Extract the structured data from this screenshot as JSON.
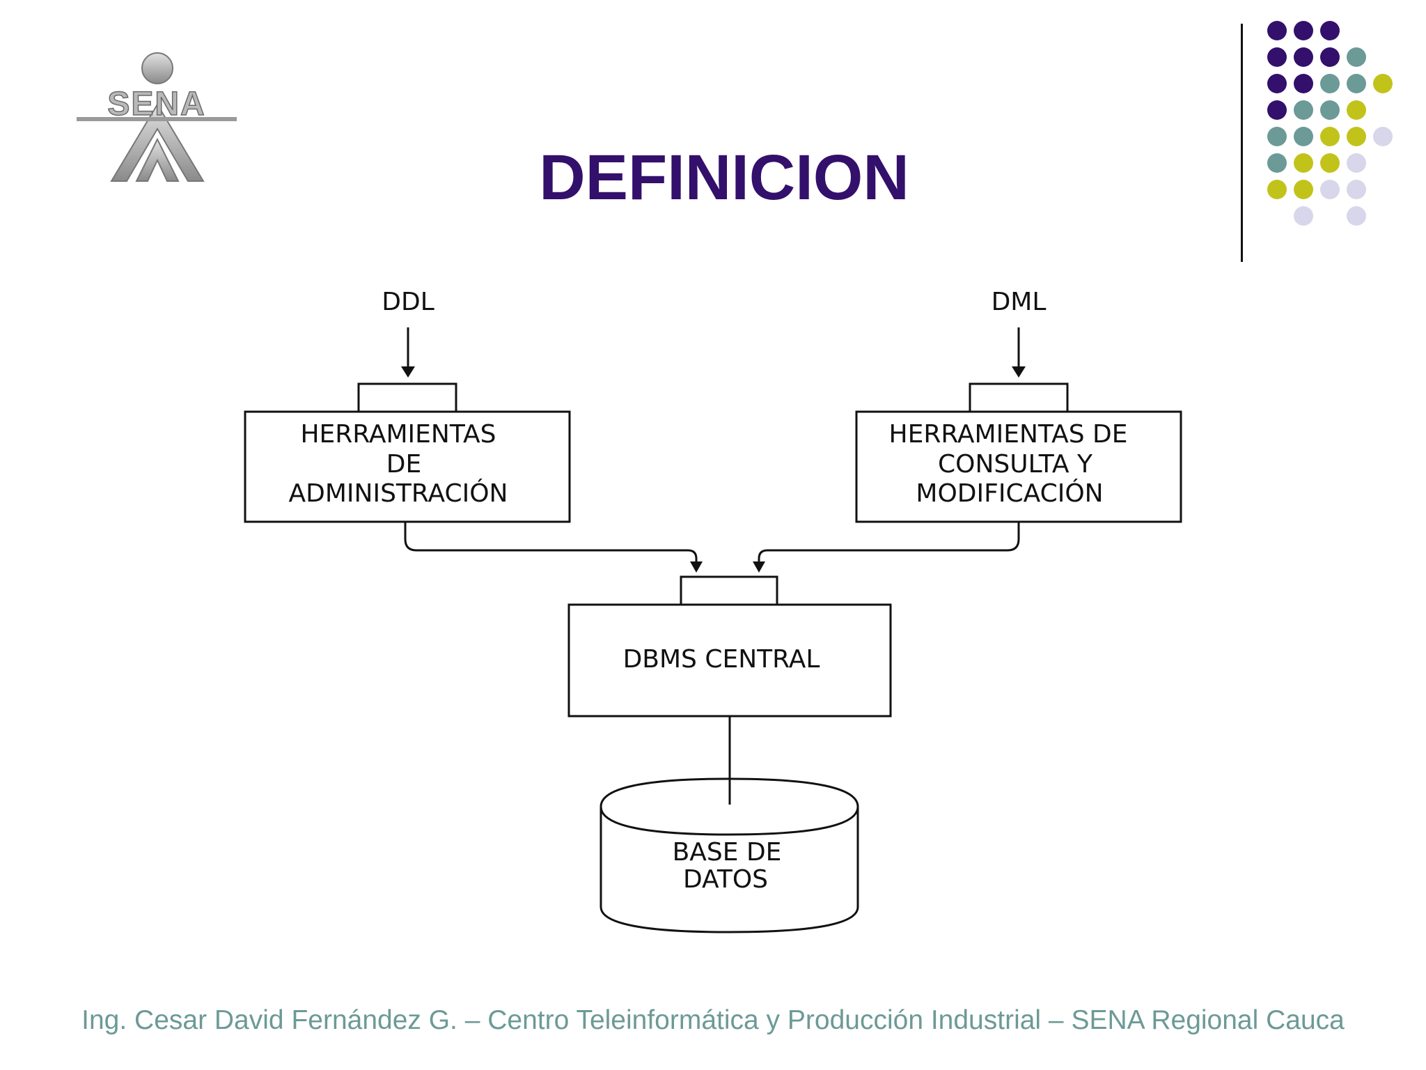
{
  "slide": {
    "title": "DEFINICION",
    "footer": "Ing. Cesar David Fernández G. – Centro Teleinformática y Producción Industrial – SENA Regional Cauca",
    "logo_text": "SENA"
  },
  "diagram": {
    "ddl_label": "DDL",
    "dml_label": "DML",
    "admin_tools": [
      "HERRAMIENTAS",
      "DE",
      "ADMINISTRACIÓN"
    ],
    "query_tools": [
      "HERRAMIENTAS DE",
      "CONSULTA Y",
      "MODIFICACIÓN"
    ],
    "dbms": "DBMS CENTRAL",
    "database": [
      "BASE DE",
      "DATOS"
    ]
  },
  "colors": {
    "title": "#33106b",
    "footer": "#6c9a96",
    "dot_purple": "#33106b",
    "dot_teal": "#6c9a96",
    "dot_yellow": "#c2c31a",
    "dot_lavender": "#d8d6ea"
  },
  "dot_pattern": [
    [
      "purple",
      "purple",
      "purple",
      "",
      "",
      ""
    ],
    [
      "purple",
      "purple",
      "purple",
      "teal",
      "",
      ""
    ],
    [
      "purple",
      "purple",
      "teal",
      "teal",
      "yellow",
      ""
    ],
    [
      "purple",
      "teal",
      "teal",
      "yellow",
      "",
      ""
    ],
    [
      "teal",
      "teal",
      "yellow",
      "yellow",
      "lavender",
      ""
    ],
    [
      "teal",
      "yellow",
      "yellow",
      "lavender",
      "",
      ""
    ],
    [
      "yellow",
      "yellow",
      "lavender",
      "lavender",
      "",
      ""
    ],
    [
      "",
      "lavender",
      "",
      "lavender",
      "",
      ""
    ]
  ]
}
